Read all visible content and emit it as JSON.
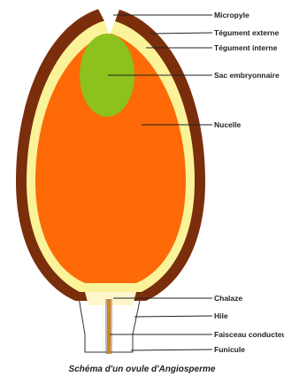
{
  "labels": {
    "micropyle": "Micropyle",
    "tegument_externe": "Tégument externe",
    "tegument_interne": "Tégument interne",
    "sac_embryonnaire": "Sac embryonnaire",
    "nucelle": "Nucelle",
    "chalaze": "Chalaze",
    "hile": "Hile",
    "faisceau_conducteur": "Faisceau conducteur",
    "funicule": "Funicule"
  },
  "caption": "Schéma d'un ovule d'Angiosperme",
  "colors": {
    "tegument_externe": "#7a2e0c",
    "tegument_interne": "#fbf39a",
    "nucelle": "#fd6a07",
    "sac_embryonnaire": "#8cc11e",
    "faisceau_conducteur": "#d6831a",
    "line": "#222222"
  }
}
